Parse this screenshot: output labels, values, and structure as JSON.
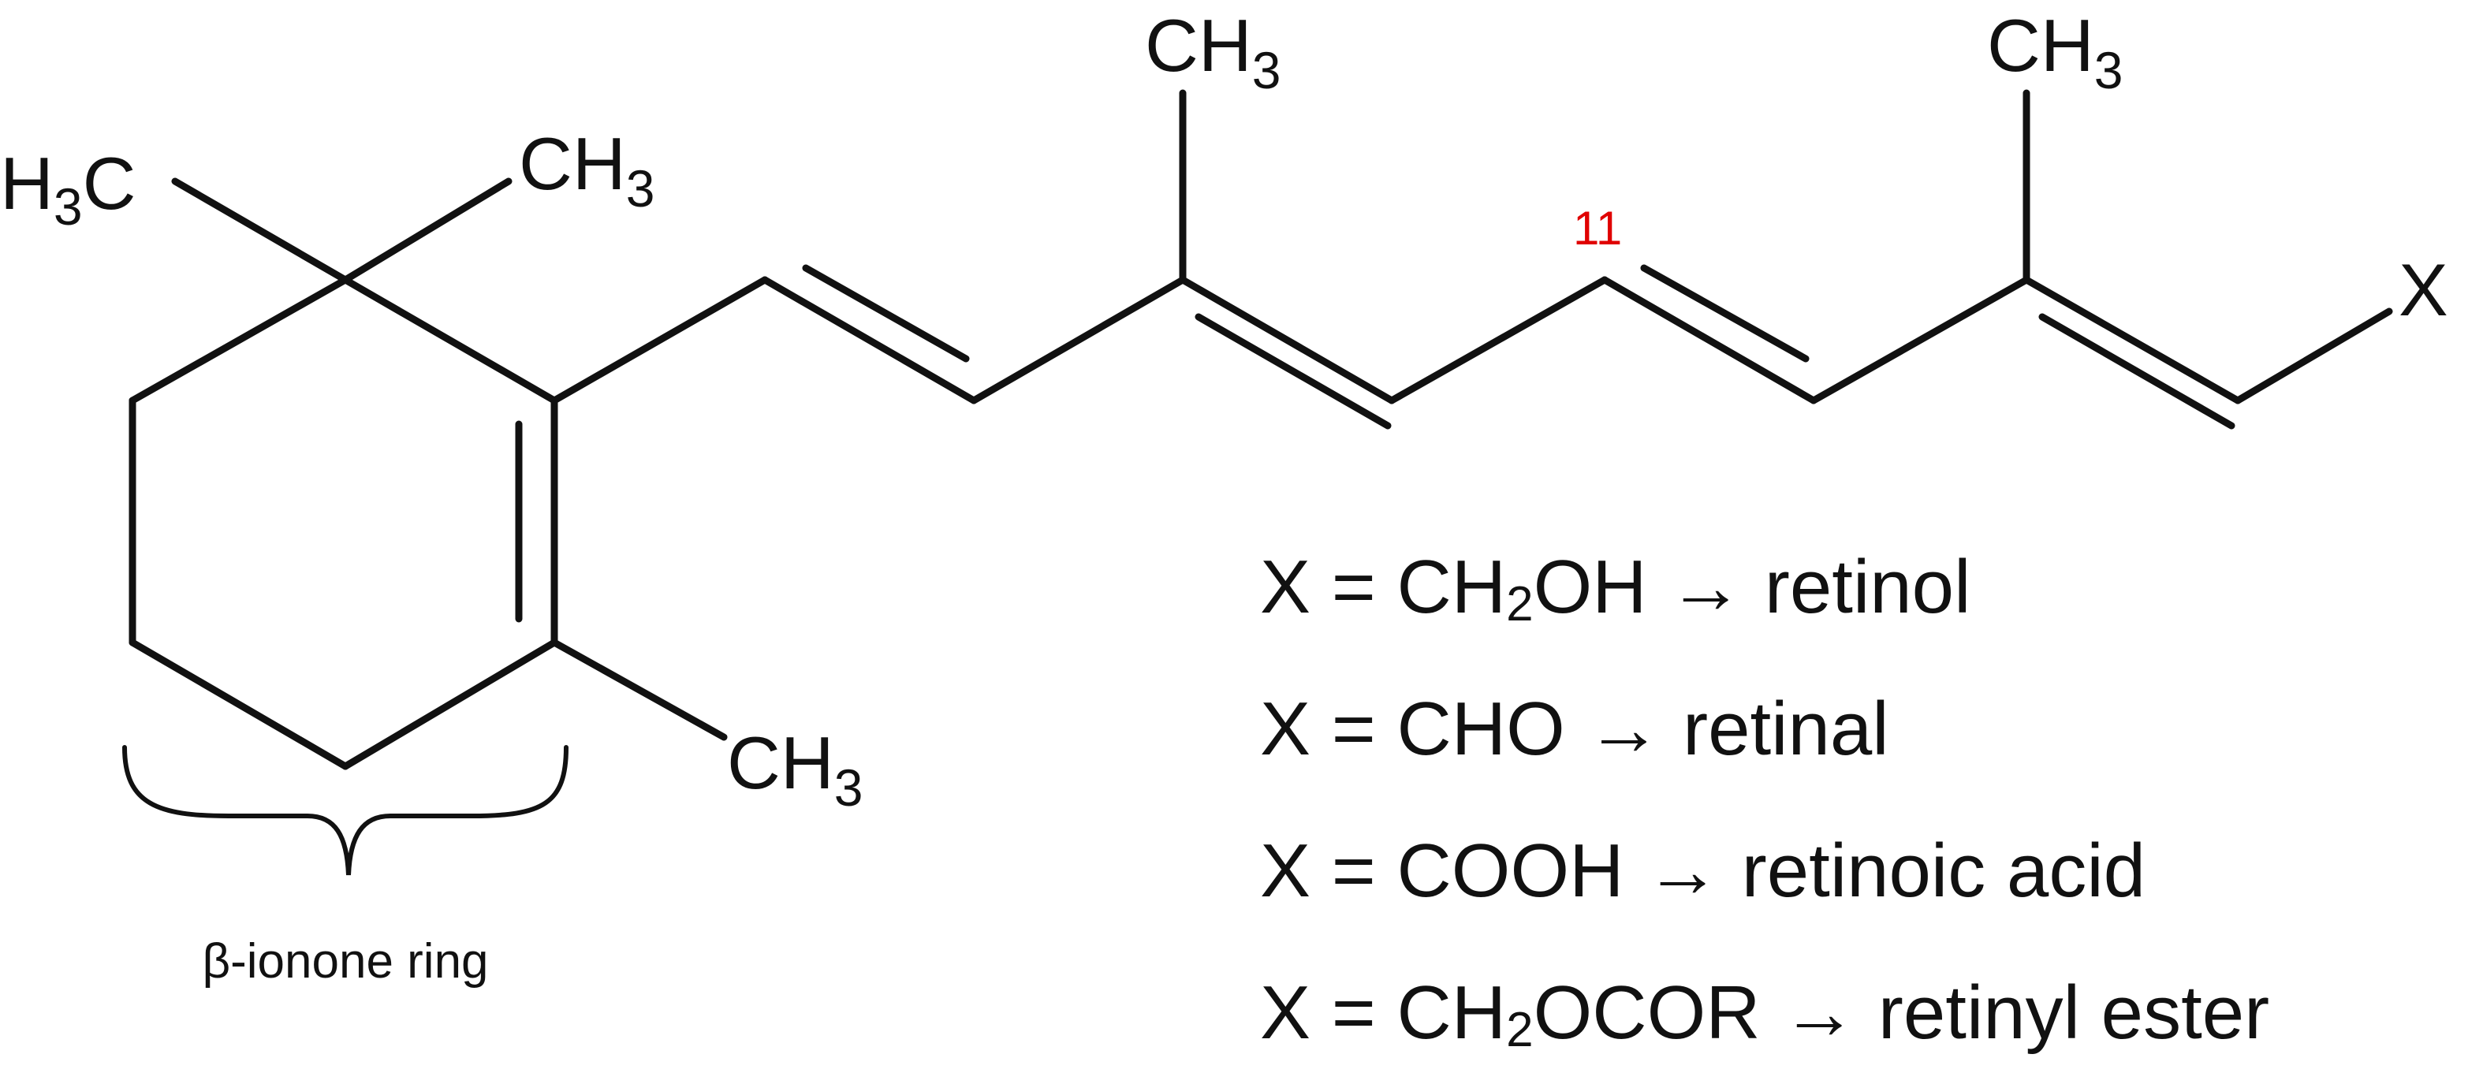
{
  "molecule": {
    "atoms": {
      "methyl_label": "CH",
      "methyl_sub": "3",
      "methyl_left_h": "H",
      "methyl_left_sub": "3",
      "methyl_left_c": "C",
      "substituent": "X"
    },
    "numbering": {
      "carbon_11": "11",
      "carbon_11_color": "#e00000"
    },
    "ring_label": "β-ionone ring"
  },
  "legend": [
    {
      "prefix": "X = CH",
      "sub": "2",
      "suffix": "OH",
      "arrow": "→",
      "name": "retinol"
    },
    {
      "prefix": "X = CHO",
      "sub": "",
      "suffix": "",
      "arrow": "→",
      "name": "retinal"
    },
    {
      "prefix": "X = COOH",
      "sub": "",
      "suffix": "",
      "arrow": "→",
      "name": "retinoic acid"
    },
    {
      "prefix": "X = CH",
      "sub": "2",
      "suffix": "OCOR",
      "arrow": "→",
      "name": "retinyl ester"
    }
  ]
}
